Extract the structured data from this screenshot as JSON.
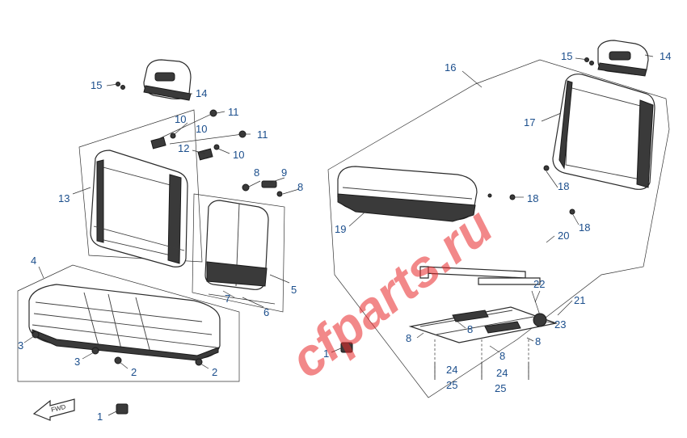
{
  "watermark": "cfparts.ru",
  "header_faint": "",
  "colors": {
    "callout": "#1b4e8c",
    "watermark": "#e8282a"
  },
  "callouts": {
    "c1a": "1",
    "c1b": "1",
    "c2a": "2",
    "c2b": "2",
    "c3a": "3",
    "c3b": "3",
    "c4": "4",
    "c5": "5",
    "c6": "6",
    "c7": "7",
    "c8a": "8",
    "c8b": "8",
    "c8c": "8",
    "c8d": "8",
    "c8e": "8",
    "c8f": "8",
    "c9": "9",
    "c10a": "10",
    "c10b": "10",
    "c10c": "10",
    "c11a": "11",
    "c11b": "11",
    "c12": "12",
    "c13": "13",
    "c14a": "14",
    "c14b": "14",
    "c15a": "15",
    "c15b": "15",
    "c16": "16",
    "c17": "17",
    "c18a": "18",
    "c18b": "18",
    "c18c": "18",
    "c19": "19",
    "c20": "20",
    "c21": "21",
    "c22": "22",
    "c23": "23",
    "c24a": "24",
    "c24b": "24",
    "c25a": "25",
    "c25b": "25"
  },
  "fwd_label": "FWD"
}
